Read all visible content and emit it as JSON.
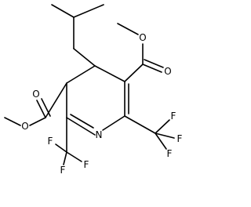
{
  "molecule": {
    "ring_nitrogen": "N",
    "ester_top": {
      "carbonyl_oxygen": "O",
      "ether_oxygen": "O"
    },
    "ester_left": {
      "carbonyl_oxygen": "O",
      "ether_oxygen": "O"
    },
    "trifluoromethyl_right": {
      "fluorines": [
        "F",
        "F",
        "F"
      ]
    },
    "trifluoromethyl_bottom": {
      "fluorines": [
        "F",
        "F",
        "F"
      ]
    }
  },
  "colors": {
    "bond": "#000000",
    "label": "#000000",
    "background": "#ffffff"
  }
}
